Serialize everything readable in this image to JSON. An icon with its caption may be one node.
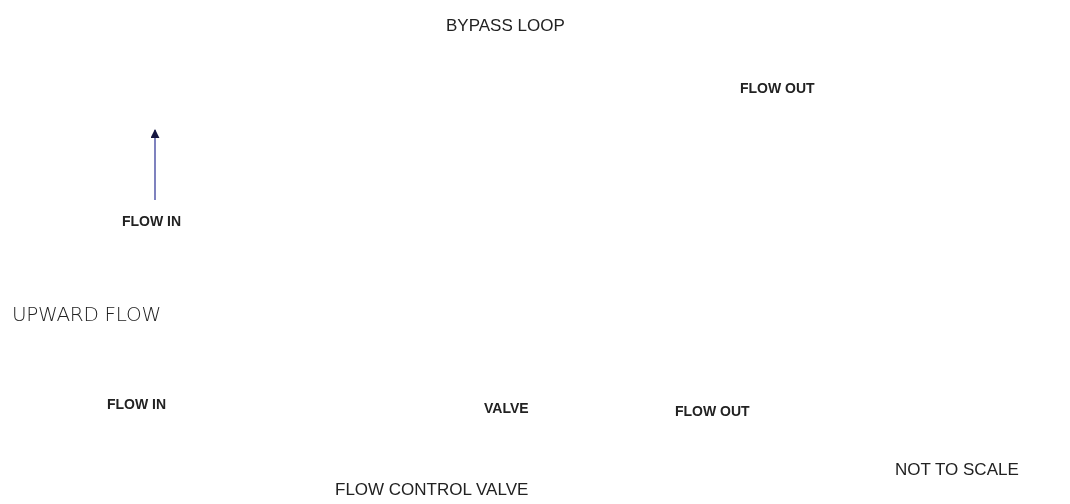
{
  "diagram": {
    "labels": [
      "BYPASS LOOP",
      "FLOW OUT",
      "FLOW IN",
      "UPWARD FLOW",
      "FLOW IN",
      "VALVE",
      "FLOW OUT",
      "NOT TO SCALE",
      "FLOW CONTROL VALVE"
    ]
  }
}
